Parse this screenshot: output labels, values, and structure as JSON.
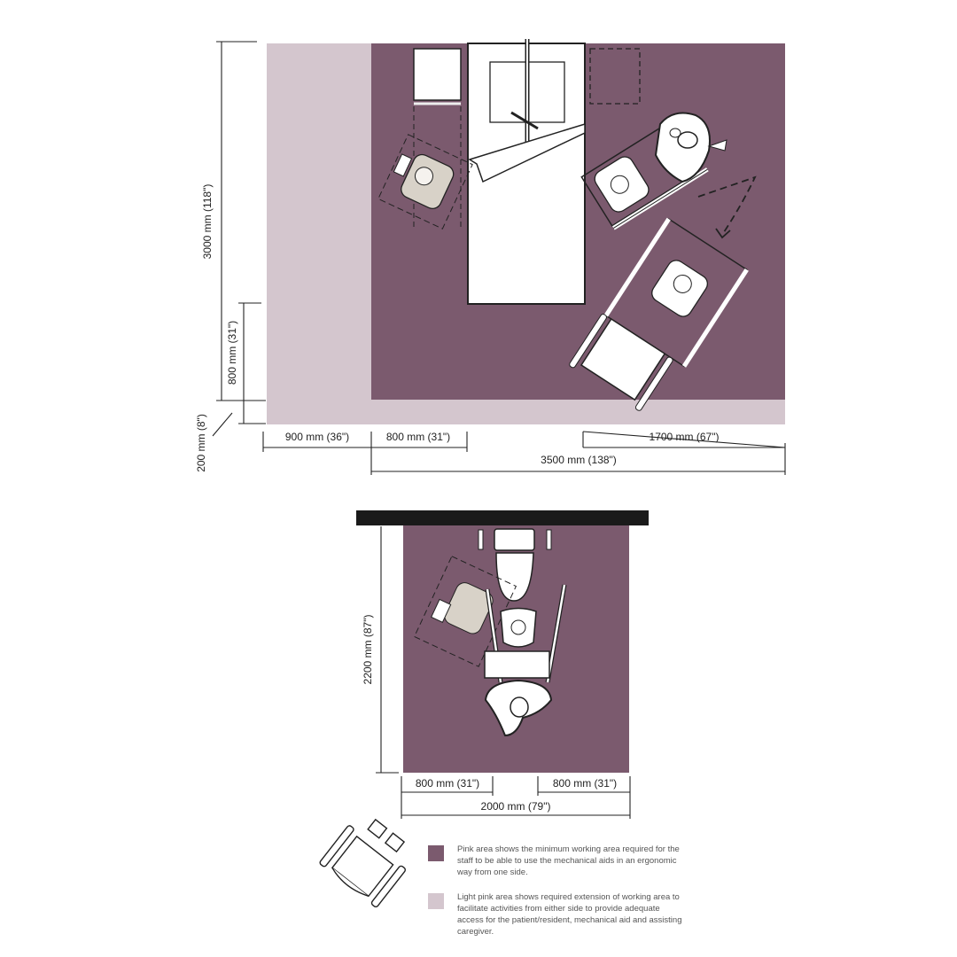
{
  "colors": {
    "pink": "#7b5a6e",
    "light_pink": "#d4c6ce",
    "line": "#222222",
    "wall": "#1a1a1a",
    "furniture": "#ffffff"
  },
  "bedroom_plan": {
    "dimensions": {
      "height_total": "3000 mm (118\")",
      "height_lower": "800 mm (31\")",
      "height_bottom": "200 mm (8\")",
      "width_left_extension": "900 mm (36\")",
      "width_left_working": "800 mm (31\")",
      "width_right_working": "1700 mm (67\")",
      "width_total": "3500 mm (138\")"
    },
    "objects": [
      "bed",
      "bedside-table-left",
      "bedside-table-right-dashed",
      "ceiling-lift",
      "mobile-hoist-left",
      "mobile-hoist-right",
      "caregiver",
      "mobile-hoist-with-wheelchair",
      "movement-arrow"
    ]
  },
  "bathroom_plan": {
    "dimensions": {
      "height": "2200 mm (87\")",
      "width_left": "800 mm (31\")",
      "width_right": "800 mm (31\")",
      "width_total": "2000 mm (79\")"
    },
    "objects": [
      "wall",
      "toilet",
      "grab-bars",
      "standing-aid",
      "mobile-hoist-dashed",
      "caregiver"
    ]
  },
  "legend": {
    "items": [
      {
        "color": "#7b5a6e",
        "text": "Pink area shows the minimum working area required for the staff to be able to use the mechanical aids in an ergonomic way from one side."
      },
      {
        "color": "#d4c6ce",
        "text": "Light pink area shows required extension of working area to facilitate activities from either side to provide adequate access for the patient/resident, mechanical aid and assisting caregiver."
      }
    ],
    "icon": "wheelchair-icon"
  }
}
